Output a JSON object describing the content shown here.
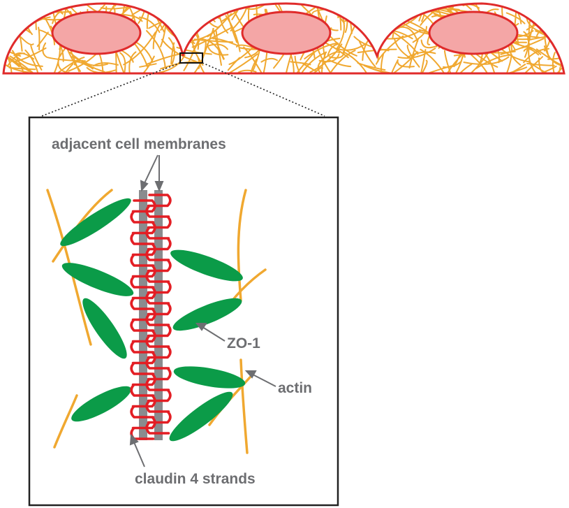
{
  "labels": {
    "membranes": "adjacent cell membranes",
    "zo1": "ZO-1",
    "actin": "actin",
    "claudin": "claudin 4 strands"
  },
  "colors": {
    "cell_outline": "#e02b2b",
    "cytoplasm": "#ffffff",
    "nucleus_fill": "#f4a6a6",
    "actin": "#f0a830",
    "zo1": "#0b9b48",
    "membrane": "#8a8b8e",
    "claudin": "#e31e24",
    "label": "#6d6e71",
    "frame": "#222222"
  },
  "icons": {
    "cell": "epithelial-cell",
    "nucleus": "nucleus",
    "actin": "actin-filament",
    "zo1": "zo-1-protein",
    "claudin": "claudin-strand"
  }
}
